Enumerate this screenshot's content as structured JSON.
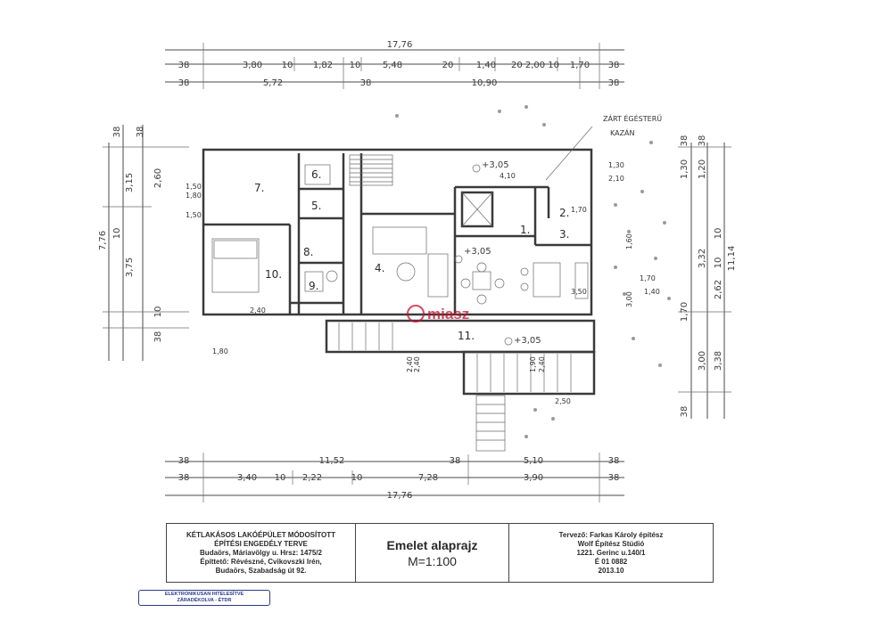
{
  "dims_top": {
    "total": "17,76",
    "row1": [
      "38",
      "3,80",
      "10",
      "1,82",
      "10",
      "5,48",
      "20",
      "1,40",
      "20 2,00 10",
      "1,70",
      "38"
    ],
    "row2": [
      "38",
      "5,72",
      "38",
      "10,90",
      "38"
    ]
  },
  "dims_bottom": {
    "row1": [
      "38",
      "11,52",
      "38",
      "5,10",
      "38"
    ],
    "row2": [
      "38",
      "3,40",
      "10",
      "2,22",
      "10",
      "7,28",
      "3,90",
      "38"
    ],
    "total": "17,76"
  },
  "dims_left": [
    "7,76",
    "3,15",
    "3,75",
    "2,60",
    "38",
    "38",
    "10",
    "10",
    "38"
  ],
  "dims_right": [
    "11,14",
    "3,32",
    "2,62",
    "3,00",
    "3,38",
    "1,30",
    "1,20",
    "38",
    "38",
    "38",
    "10",
    "10",
    "1,70"
  ],
  "inner_dims": [
    "1,80",
    "1,30",
    "2,10",
    "1,70",
    "1,50",
    "1,40",
    "1,70",
    "2,50",
    "1,80",
    "1,50",
    "2,40",
    "1,90",
    "1,60",
    "4,10",
    "2,40",
    "3,00",
    "2,40",
    "2,40",
    "3,50"
  ],
  "levels": [
    "+3,05",
    "+3,05",
    "+3,05"
  ],
  "rooms": [
    "7.",
    "6.",
    "5.",
    "8.",
    "9.",
    "10.",
    "4.",
    "1.",
    "2.",
    "3.",
    "11."
  ],
  "annotations": {
    "line1": "ZÁRT ÉGÉSTERŰ",
    "line2": "KAZÁN"
  },
  "watermark": "miasz",
  "title_block": {
    "left": [
      "KÉTLAKÁSOS LAKÓÉPÜLET MÓDOSÍTOTT",
      "ÉPÍTÉSI   ENGEDÉLY TERVE",
      "Budaörs, Máriavölgy u.  Hrsz: 1475/2",
      "Építtető: Révészné, Cvikovszki Irén,",
      "Budaörs, Szabadság út 92."
    ],
    "title": "Emelet alaprajz",
    "scale": "M=1:100",
    "right": [
      "Tervező: Farkas Károly építész",
      "Wolf Építész Stúdió",
      "1221. Gerinc u.140/1",
      "É 01 0882",
      "2013.10"
    ]
  },
  "stamp": {
    "line1": "ELEKTRONIKUSAN HITELESÍTVE",
    "line2": "ZÁRADÉKOLVA - ÉTDR"
  }
}
